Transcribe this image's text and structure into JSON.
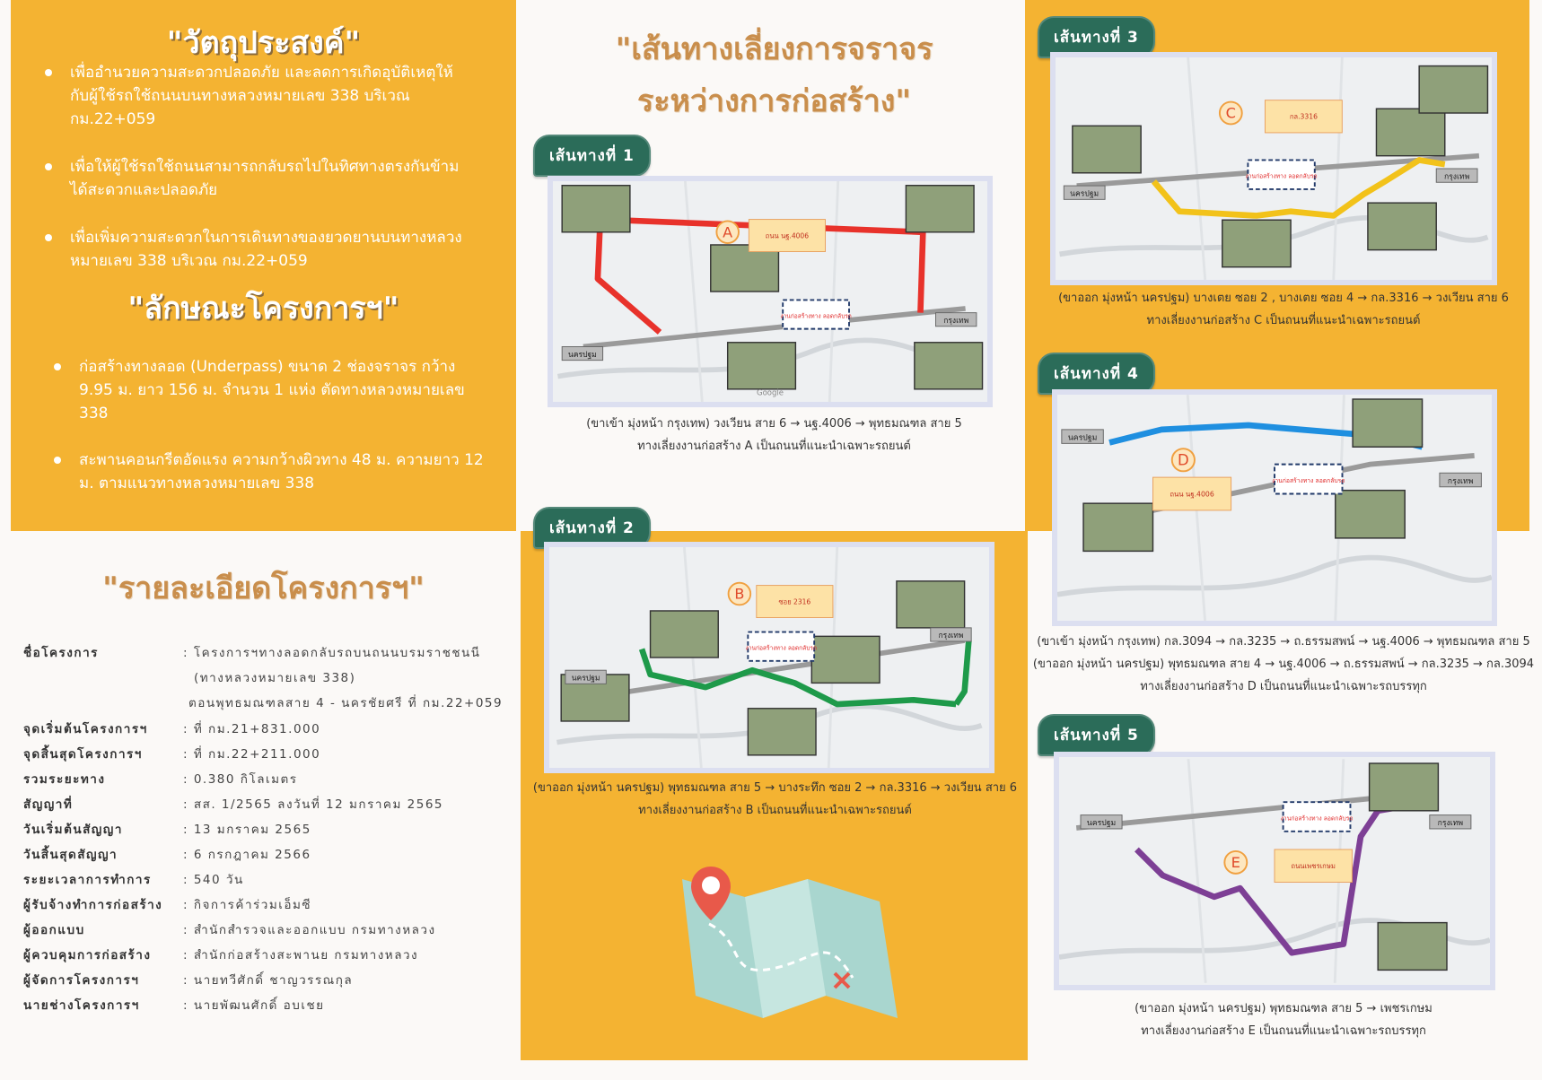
{
  "colors": {
    "orange": "#f4b332",
    "tab_green": "#2b6c59",
    "title_brown": "#c98e4c"
  },
  "objectives": {
    "title": "\"วัตถุประสงค์\"",
    "items": [
      "เพื่ออำนวยความสะดวกปลอดภัย และลดการเกิดอุบัติเหตุให้กับผู้ใช้รถใช้ถนนบนทางหลวงหมายเลข 338 บริเวณ กม.22+059",
      "เพื่อให้ผู้ใช้รถใช้ถนนสามารถกลับรถไปในทิศทางตรงกันข้ามได้สะดวกและปลอดภัย",
      "เพื่อเพิ่มความสะดวกในการเดินทางของยวดยานบนทางหลวงหมายเลข 338 บริเวณ กม.22+059"
    ]
  },
  "features": {
    "title": "\"ลักษณะโครงการฯ\"",
    "items": [
      "ก่อสร้างทางลอด (Underpass) ขนาด 2 ช่องจราจร กว้าง 9.95 ม. ยาว 156 ม. จำนวน 1 แห่ง ตัดทางหลวงหมายเลข 338",
      "สะพานคอนกรีตอัดแรง ความกว้างผิวทาง 48 ม. ความยาว 12 ม. ตามแนวทางหลวงหมายเลข 338"
    ]
  },
  "details": {
    "title": "\"รายละเอียดโครงการฯ\"",
    "rows": [
      {
        "label": "ชื่อโครงการ",
        "value": ": โครงการฯทางลอดกลับรถบนถนนบรมราชชนนี",
        "value2": "(ทางหลวงหมายเลข 338)",
        "value3": "ตอนพุทธมณฑลสาย 4 - นครชัยศรี ที่ กม.22+059"
      },
      {
        "label": "จุดเริ่มต้นโครงการฯ",
        "value": ": ที่ กม.21+831.000"
      },
      {
        "label": "จุดสิ้นสุดโครงการฯ",
        "value": ": ที่ กม.22+211.000"
      },
      {
        "label": "รวมระยะทาง",
        "value": ": 0.380 กิโลเมตร"
      },
      {
        "label": "สัญญาที่",
        "value": ": สส. 1/2565 ลงวันที่ 12 มกราคม 2565"
      },
      {
        "label": "วันเริ่มต้นสัญญา",
        "value": ": 13 มกราคม 2565"
      },
      {
        "label": "วันสิ้นสุดสัญญา",
        "value": ": 6 กรกฎาคม 2566"
      },
      {
        "label": "ระยะเวลาการทำการ",
        "value": ": 540 วัน"
      },
      {
        "label": "ผู้รับจ้างทำการก่อสร้าง",
        "value": ": กิจการค้าร่วมเอ็มซี"
      },
      {
        "label": "ผู้ออกแบบ",
        "value": ": สำนักสำรวจและออกแบบ กรมทางหลวง"
      },
      {
        "label": "ผู้ควบคุมการก่อสร้าง",
        "value": ": สำนักก่อสร้างสะพานย กรมทางหลวง"
      },
      {
        "label": "ผู้จัดการโครงการฯ",
        "value": ": นายทวีศักดิ์ ชาญวรรณกุล"
      },
      {
        "label": "นายช่างโครงการฯ",
        "value": ": นายพัฒนศักดิ์ อบเชย"
      }
    ]
  },
  "detour": {
    "title_line1": "\"เส้นทางเลี่ยงการจราจร",
    "title_line2": "ระหว่างการก่อสร้าง\""
  },
  "map_labels": {
    "construction": "งานก่อสร้างทาง ลอดกลับรถ",
    "origin": "นครปฐม",
    "destination": "กรุงเทพ",
    "google": "Google"
  },
  "routes": [
    {
      "tab": "เส้นทางที่ 1",
      "letter": "A",
      "road": "ถนน นฐ.4006",
      "color": "#e8322b",
      "captions": [
        "(ขาเข้า มุ่งหน้า กรุงเทพ) วงเวียน สาย 6 → นฐ.4006 → พุทธมณฑล สาย 5",
        "ทางเลี่ยงงานก่อสร้าง A เป็นถนนที่แนะนำเฉพาะรถยนต์"
      ]
    },
    {
      "tab": "เส้นทางที่ 2",
      "letter": "B",
      "road": "ซอย 2316",
      "color": "#1e9a4a",
      "captions": [
        "(ขาออก มุ่งหน้า นครปฐม) พุทธมณฑล สาย 5 → บางระทึก ซอย 2 → กล.3316 → วงเวียน สาย 6",
        "ทางเลี่ยงงานก่อสร้าง B เป็นถนนที่แนะนำเฉพาะรถยนต์"
      ]
    },
    {
      "tab": "เส้นทางที่ 3",
      "letter": "C",
      "road": "กล.3316",
      "color": "#f2c21a",
      "captions": [
        "(ขาออก มุ่งหน้า นครปฐม) บางเตย ซอย 2 , บางเตย ซอย 4 → กล.3316 → วงเวียน สาย 6",
        "ทางเลี่ยงงานก่อสร้าง C เป็นถนนที่แนะนำเฉพาะรถยนต์"
      ]
    },
    {
      "tab": "เส้นทางที่ 4",
      "letter": "D",
      "road": "ถนน นฐ.4006",
      "color": "#1f8fe0",
      "captions": [
        "(ขาเข้า มุ่งหน้า กรุงเทพ) กล.3094 → กล.3235 → ถ.ธรรมสพน์ → นฐ.4006 → พุทธมณฑล สาย 5",
        "(ขาออก มุ่งหน้า นครปฐม) พุทธมณฑล สาย 4 → นฐ.4006 → ถ.ธรรมสพน์ → กล.3235 → กล.3094",
        "ทางเลี่ยงงานก่อสร้าง D เป็นถนนที่แนะนำเฉพาะรถบรรทุก"
      ]
    },
    {
      "tab": "เส้นทางที่ 5",
      "letter": "E",
      "road": "ถนนเพชรเกษม",
      "color": "#7d3f95",
      "captions": [
        "(ขาออก มุ่งหน้า นครปฐม) พุทธมณฑล สาย 5 → เพชรเกษม",
        "ทางเลี่ยงงานก่อสร้าง E เป็นถนนที่แนะนำเฉพาะรถบรรทุก"
      ]
    }
  ]
}
